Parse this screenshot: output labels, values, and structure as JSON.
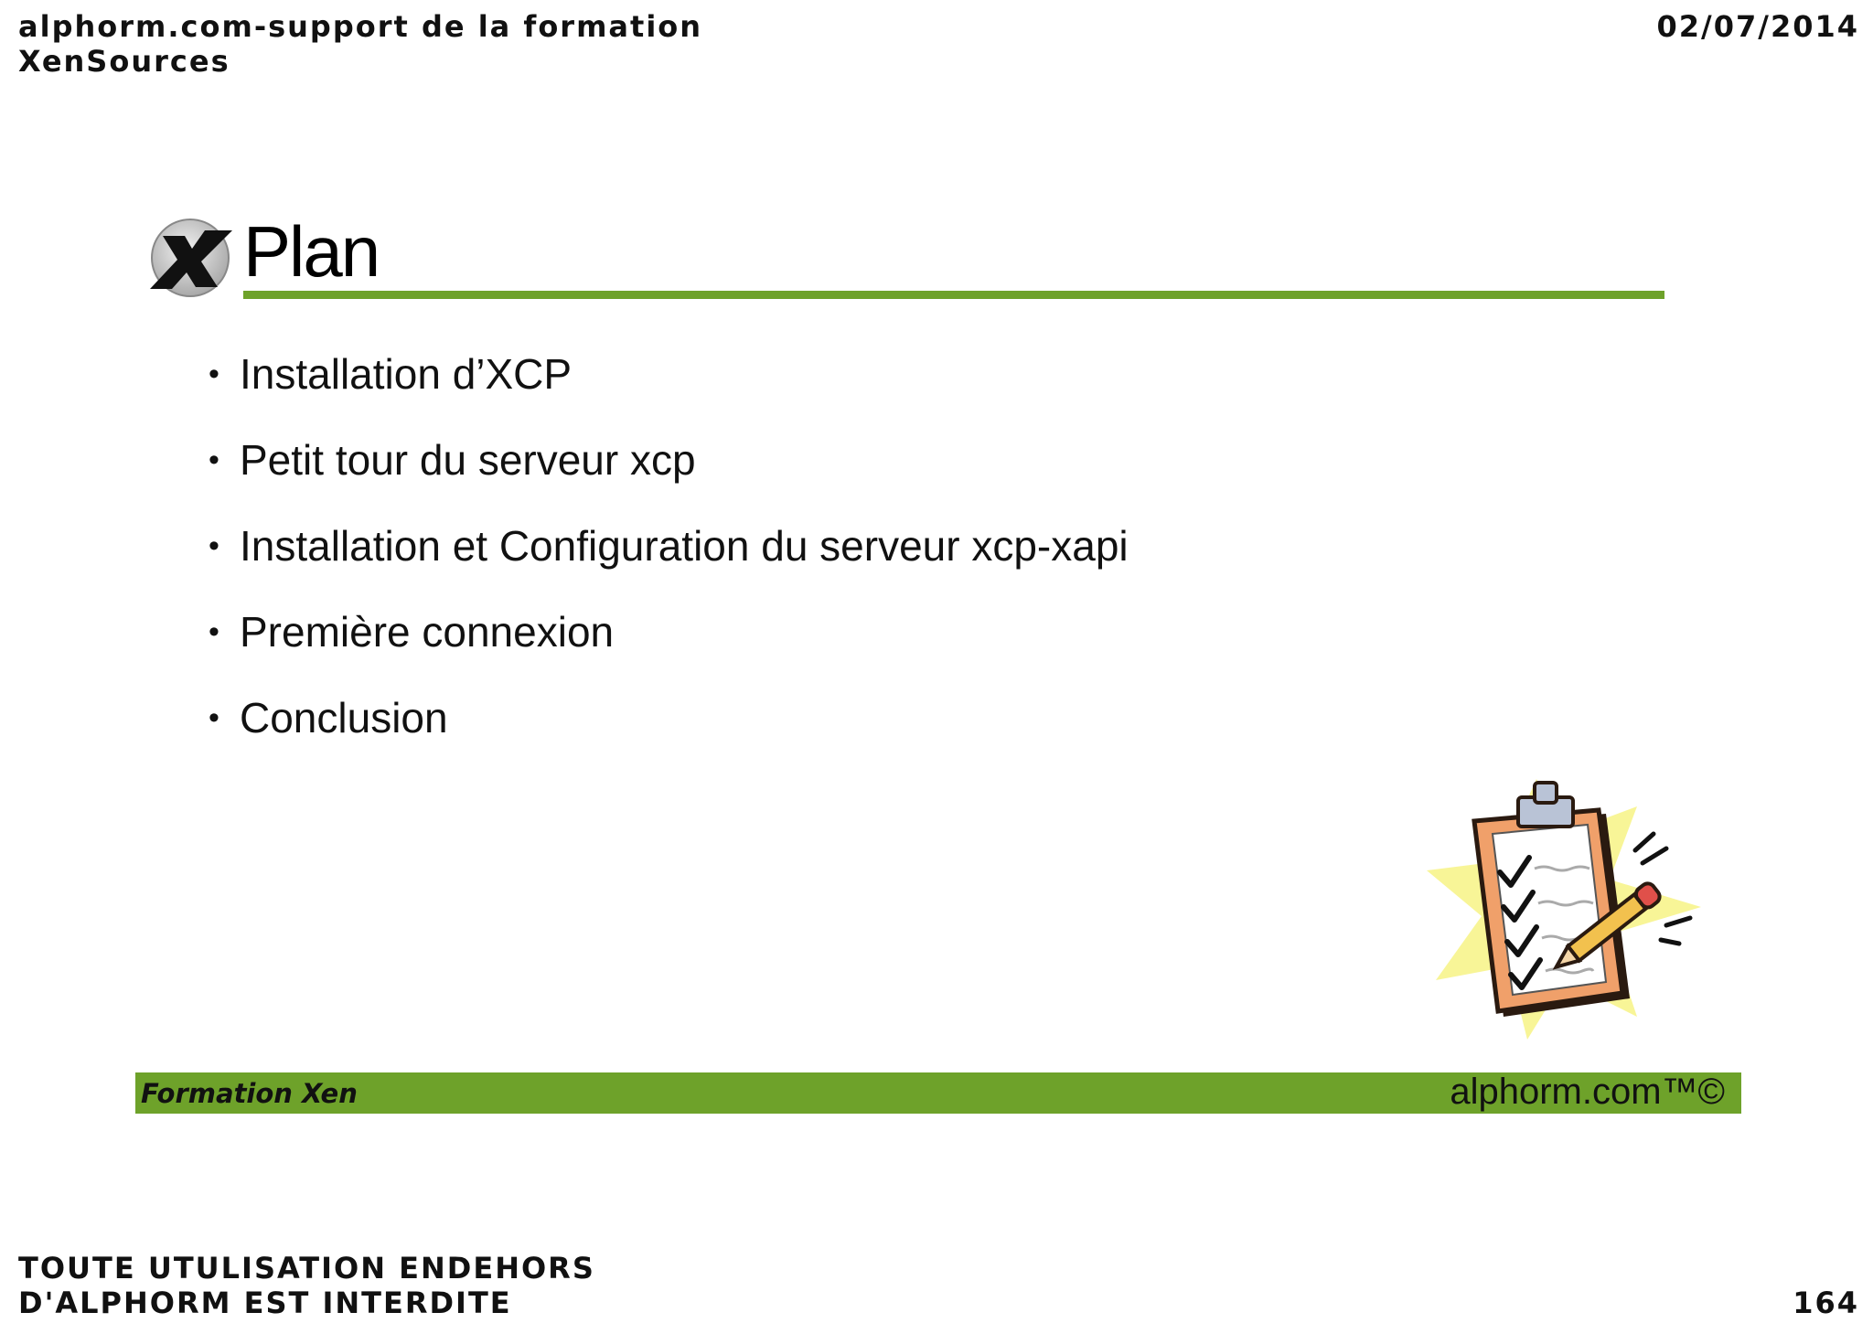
{
  "header": {
    "title_lines": [
      "alphorm.com-support de la formation",
      "XenSources"
    ],
    "date": "02/07/2014"
  },
  "slide": {
    "logo_icon": "xen-x-logo-icon",
    "title": "Plan",
    "accent_color": "#6ea22a",
    "bullets": [
      "Installation d’XCP",
      "Petit tour du serveur xcp",
      "Installation et Configuration du serveur xcp-xapi",
      "Première connexion",
      "Conclusion"
    ],
    "bullet_glyph": "•",
    "clipart_icon": "clipboard-checklist-icon",
    "footer_left": "Formation Xen",
    "footer_brand": "alphorm.com™©"
  },
  "footer": {
    "notice_lines": [
      "TOUTE UTULISATION ENDEHORS",
      "D'ALPHORM EST INTERDITE"
    ],
    "page_number": "164"
  }
}
